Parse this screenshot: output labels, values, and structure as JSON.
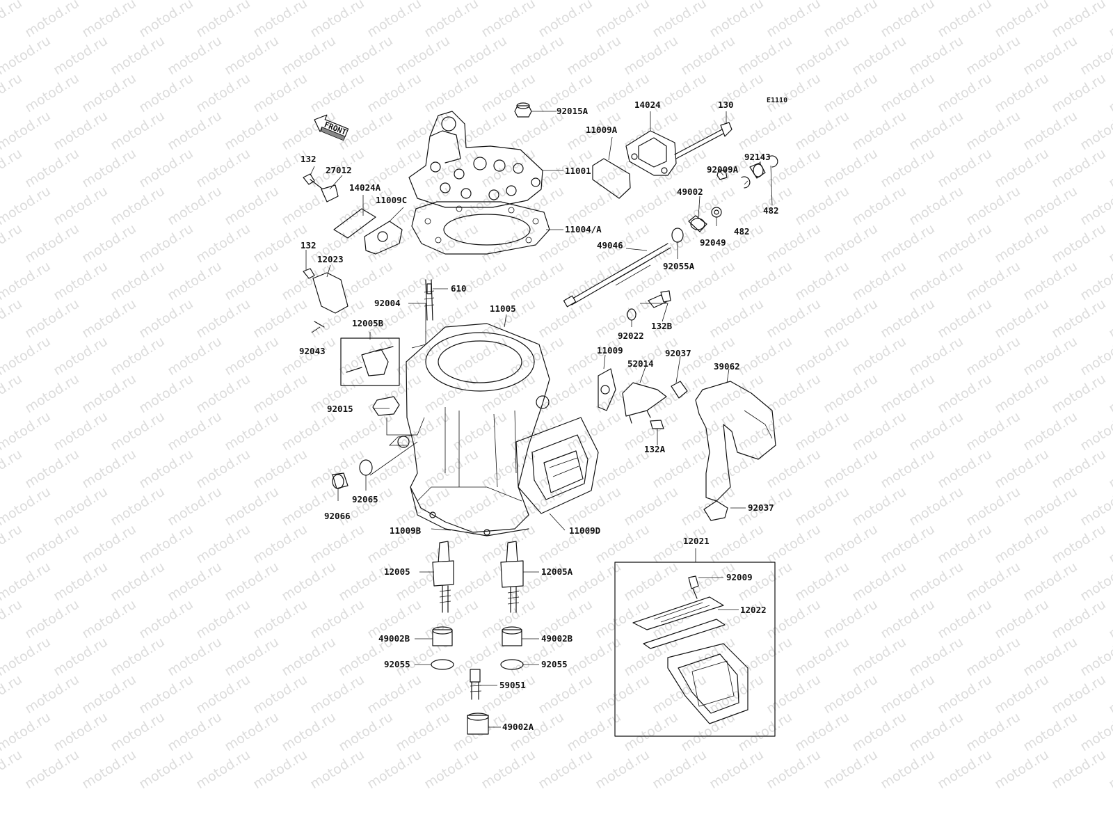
{
  "diagram": {
    "code": "E1110",
    "watermark_text": "motod.ru",
    "front_label": "FRONT",
    "callouts": [
      {
        "key": "92015A",
        "text": "92015A"
      },
      {
        "key": "14024",
        "text": "14024"
      },
      {
        "key": "130",
        "text": "130"
      },
      {
        "key": "11009A",
        "text": "11009A"
      },
      {
        "key": "92143",
        "text": "92143"
      },
      {
        "key": "92009A",
        "text": "92009A"
      },
      {
        "key": "49002",
        "text": "49002"
      },
      {
        "key": "482a",
        "text": "482"
      },
      {
        "key": "482b",
        "text": "482"
      },
      {
        "key": "92049",
        "text": "92049"
      },
      {
        "key": "92055A",
        "text": "92055A"
      },
      {
        "key": "132a",
        "text": "132"
      },
      {
        "key": "27012",
        "text": "27012"
      },
      {
        "key": "14024A",
        "text": "14024A"
      },
      {
        "key": "11009C",
        "text": "11009C"
      },
      {
        "key": "11001",
        "text": "11001"
      },
      {
        "key": "11004A",
        "text": "11004/A"
      },
      {
        "key": "49046",
        "text": "49046"
      },
      {
        "key": "132b",
        "text": "132"
      },
      {
        "key": "12023",
        "text": "12023"
      },
      {
        "key": "610",
        "text": "610"
      },
      {
        "key": "92004",
        "text": "92004"
      },
      {
        "key": "11005",
        "text": "11005"
      },
      {
        "key": "132B",
        "text": "132B"
      },
      {
        "key": "92022",
        "text": "92022"
      },
      {
        "key": "12005B",
        "text": "12005B"
      },
      {
        "key": "92043",
        "text": "92043"
      },
      {
        "key": "11009",
        "text": "11009"
      },
      {
        "key": "52014",
        "text": "52014"
      },
      {
        "key": "92037a",
        "text": "92037"
      },
      {
        "key": "39062",
        "text": "39062"
      },
      {
        "key": "92015",
        "text": "92015"
      },
      {
        "key": "132A",
        "text": "132A"
      },
      {
        "key": "92066",
        "text": "92066"
      },
      {
        "key": "92065",
        "text": "92065"
      },
      {
        "key": "11009B",
        "text": "11009B"
      },
      {
        "key": "11009D",
        "text": "11009D"
      },
      {
        "key": "92037b",
        "text": "92037"
      },
      {
        "key": "12021",
        "text": "12021"
      },
      {
        "key": "12005",
        "text": "12005"
      },
      {
        "key": "12005A",
        "text": "12005A"
      },
      {
        "key": "92009",
        "text": "92009"
      },
      {
        "key": "12022",
        "text": "12022"
      },
      {
        "key": "49002Ba",
        "text": "49002B"
      },
      {
        "key": "49002Bb",
        "text": "49002B"
      },
      {
        "key": "92055a",
        "text": "92055"
      },
      {
        "key": "92055b",
        "text": "92055"
      },
      {
        "key": "59051",
        "text": "59051"
      },
      {
        "key": "49002A",
        "text": "49002A"
      }
    ]
  }
}
